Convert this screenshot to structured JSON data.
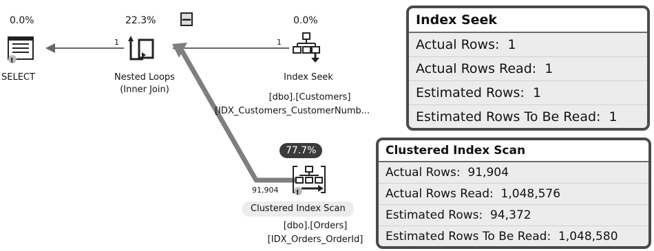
{
  "ops": {
    "select": {
      "cost": "0.0%",
      "label": "SELECT",
      "icon": "select-result-icon"
    },
    "nested_loops": {
      "cost": "22.3%",
      "label_line1": "Nested Loops",
      "label_line2": "(Inner Join)",
      "icon": "nested-loops-icon"
    },
    "index_seek": {
      "cost": "0.0%",
      "label": "Index Seek",
      "table": "[dbo].[Customers]",
      "index": "[IDX_Customers_CustomerNumb...",
      "icon": "index-seek-icon"
    },
    "clustered_scan": {
      "cost": "77.7%",
      "label": "Clustered Index Scan",
      "table": "[dbo].[Orders]",
      "index": "[IDX_Orders_OrderId]",
      "icon": "clustered-index-scan-icon"
    }
  },
  "arrows": {
    "nested_to_select_rows": "1",
    "seek_to_nested_rows": "1",
    "scan_to_nested_rows": "91,904"
  },
  "collapse_button": {
    "label": "−"
  },
  "tooltip_seek": {
    "title": "Index Seek",
    "rows": [
      {
        "label": "Actual Rows:",
        "value": "1"
      },
      {
        "label": "Actual Rows Read:",
        "value": "1"
      },
      {
        "label": "Estimated Rows:",
        "value": "1"
      },
      {
        "label": "Estimated Rows To Be Read:",
        "value": "1"
      }
    ]
  },
  "tooltip_scan": {
    "title": "Clustered Index Scan",
    "rows": [
      {
        "label": "Actual Rows:",
        "value": "91,904"
      },
      {
        "label": "Actual Rows Read:",
        "value": "1,048,576"
      },
      {
        "label": "Estimated Rows:",
        "value": "94,372"
      },
      {
        "label": "Estimated Rows To Be Read:",
        "value": "1,048,580"
      }
    ]
  },
  "colors": {
    "thick_arrow": "#7f7f7f",
    "pill_bg": "#3a3a3a",
    "tooltip_border": "#4a4a4a"
  }
}
